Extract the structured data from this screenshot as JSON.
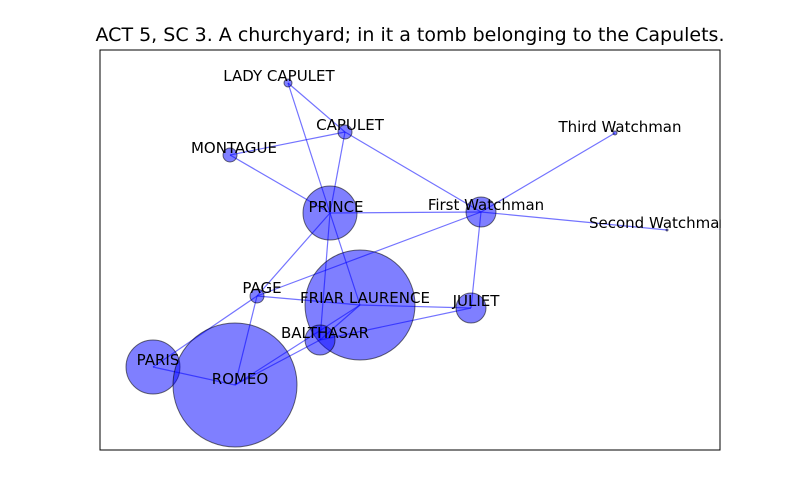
{
  "title": "ACT 5, SC 3. A churchyard; in it a tomb belonging to the Capulets.",
  "colors": {
    "node_fill": "#0000ff",
    "edge": "#0000ff",
    "frame": "#000000"
  },
  "nodes": [
    {
      "id": "lady_capulet",
      "label": "LADY CAPULET"
    },
    {
      "id": "capulet",
      "label": "CAPULET"
    },
    {
      "id": "montague",
      "label": "MONTAGUE"
    },
    {
      "id": "third_watchman",
      "label": "Third Watchman"
    },
    {
      "id": "prince",
      "label": "PRINCE"
    },
    {
      "id": "first_watchman",
      "label": "First Watchman"
    },
    {
      "id": "second_watchman",
      "label": "Second Watchman"
    },
    {
      "id": "page",
      "label": "PAGE"
    },
    {
      "id": "friar_laurence",
      "label": "FRIAR LAURENCE"
    },
    {
      "id": "juliet",
      "label": "JULIET"
    },
    {
      "id": "balthasar",
      "label": "BALTHASAR"
    },
    {
      "id": "paris",
      "label": "PARIS"
    },
    {
      "id": "romeo",
      "label": "ROMEO"
    }
  ],
  "edges": [
    [
      "lady_capulet",
      "capulet"
    ],
    [
      "lady_capulet",
      "prince"
    ],
    [
      "capulet",
      "montague"
    ],
    [
      "capulet",
      "prince"
    ],
    [
      "capulet",
      "first_watchman"
    ],
    [
      "montague",
      "prince"
    ],
    [
      "prince",
      "first_watchman"
    ],
    [
      "prince",
      "page"
    ],
    [
      "prince",
      "friar_laurence"
    ],
    [
      "prince",
      "balthasar"
    ],
    [
      "first_watchman",
      "third_watchman"
    ],
    [
      "first_watchman",
      "second_watchman"
    ],
    [
      "first_watchman",
      "juliet"
    ],
    [
      "first_watchman",
      "page"
    ],
    [
      "page",
      "friar_laurence"
    ],
    [
      "page",
      "romeo"
    ],
    [
      "page",
      "paris"
    ],
    [
      "friar_laurence",
      "juliet"
    ],
    [
      "friar_laurence",
      "romeo"
    ],
    [
      "friar_laurence",
      "balthasar"
    ],
    [
      "balthasar",
      "juliet"
    ],
    [
      "balthasar",
      "romeo"
    ],
    [
      "paris",
      "romeo"
    ]
  ]
}
